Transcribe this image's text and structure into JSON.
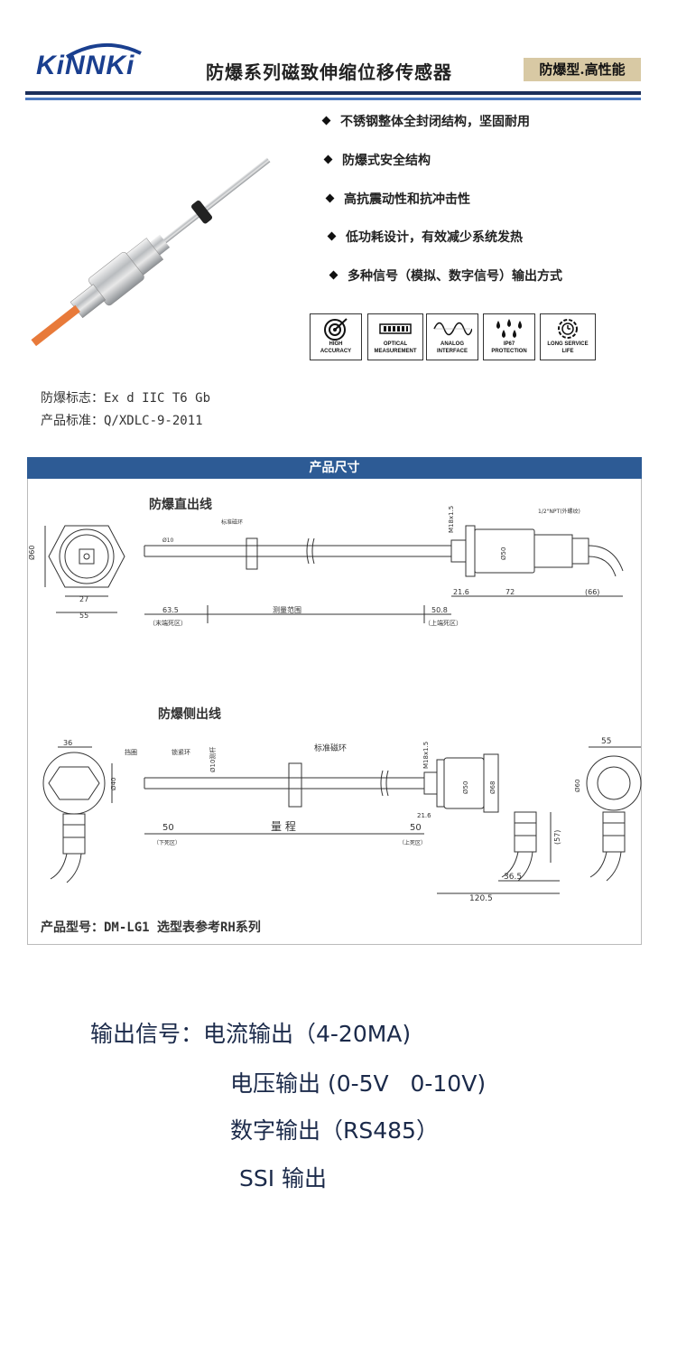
{
  "header": {
    "logo": "KiNNKi",
    "title": "防爆系列磁致伸缩位移传感器",
    "badge": "防爆型.高性能"
  },
  "features": [
    "不锈钢整体全封闭结构，坚固耐用",
    "防爆式安全结构",
    "高抗震动性和抗冲击性",
    "低功耗设计，有效减少系统发热",
    "多种信号（模拟、数字信号）输出方式"
  ],
  "icons": [
    {
      "name": "target-icon",
      "label1": "HIGH",
      "label2": "ACCURACY"
    },
    {
      "name": "optical-icon",
      "label1": "OPTICAL",
      "label2": "MEASUREMENT"
    },
    {
      "name": "wave-icon",
      "label1": "ANALOG",
      "label2": "INTERFACE"
    },
    {
      "name": "drops-icon",
      "label1": "IP67",
      "label2": "PROTECTION"
    },
    {
      "name": "clock-gear-icon",
      "label1": "LONG SERVICE",
      "label2": "LIFE"
    }
  ],
  "info": {
    "ex_mark": "防爆标志：Ex d IIC T6 Gb",
    "standard": "产品标准：Q/XDLC-9-2011"
  },
  "dimensions": {
    "header": "产品尺寸",
    "straight": {
      "title": "防爆直出线",
      "labels": {
        "d60": "Ø60",
        "d27": "27",
        "d55": "55",
        "d10": "Ø10",
        "magnet": "标准磁环",
        "d635": "63.5",
        "range": "测量范围",
        "d508": "50.8",
        "dead_end": "（末端死区）",
        "dead_top": "（上端死区）",
        "m18": "M18x1.5",
        "d50": "Ø50",
        "d216": "21.6",
        "d72": "72",
        "d66": "(66)",
        "npt": "1/2\"NPT(外螺纹)"
      }
    },
    "side": {
      "title": "防爆侧出线",
      "labels": {
        "d36": "36",
        "d40": "Ø40",
        "ring": "挡圈",
        "lock_ring": "锁紧环",
        "d10": "Ø10测杆",
        "magnet": "标准磁环",
        "m18": "M18x1.5",
        "d50": "Ø50",
        "d68": "Ø68",
        "d216": "21.6",
        "d57": "(57)",
        "d50a": "50",
        "range": "量  程",
        "d50b": "50",
        "dead_low": "（下死区）",
        "dead_up": "（上死区）",
        "d365": "36.5",
        "d1205": "120.5",
        "d55": "55",
        "d60": "Ø60"
      }
    },
    "model": "产品型号：DM-LG1  选型表参考RH系列"
  },
  "output": {
    "line1": "输出信号：电流输出（4-20MA)",
    "line2": "电压输出 (0-5V   0-10V)",
    "line3": "数字输出（RS485）",
    "line4": "SSI 输出"
  },
  "colors": {
    "brand": "#1a3f8f",
    "header_bar": "#2d5b95",
    "badge": "#d8c9a4",
    "output_text": "#1b2a4a"
  }
}
